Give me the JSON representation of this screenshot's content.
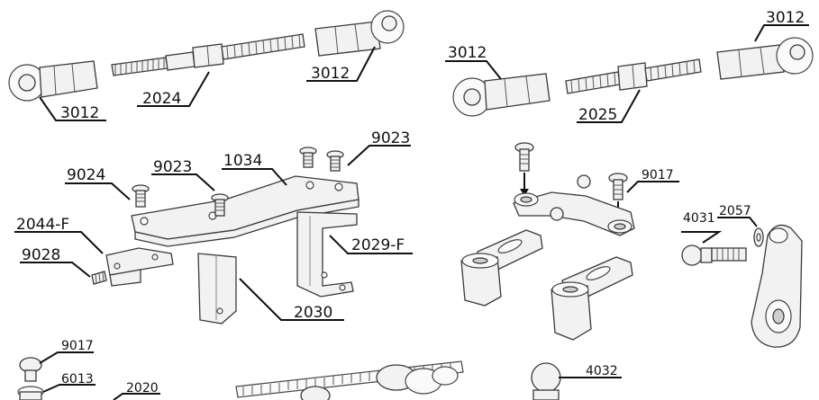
{
  "labels": {
    "l1": "3012",
    "l2": "2024",
    "l3": "3012",
    "l4": "3012",
    "l5": "2025",
    "l6": "3012",
    "l7": "9023",
    "l8": "1034",
    "l9": "9023",
    "l10": "9024",
    "l11": "2044-F",
    "l12": "9028",
    "l13": "2029-F",
    "l14": "2030",
    "l15": "9017",
    "l16": "4031",
    "l17": "2057",
    "l18": "9017",
    "l19": "6013",
    "l20": "2020",
    "l21": "4032"
  },
  "colors": {
    "line": "#111111",
    "part_fill": "#f2f2f2",
    "background": "#ffffff"
  }
}
